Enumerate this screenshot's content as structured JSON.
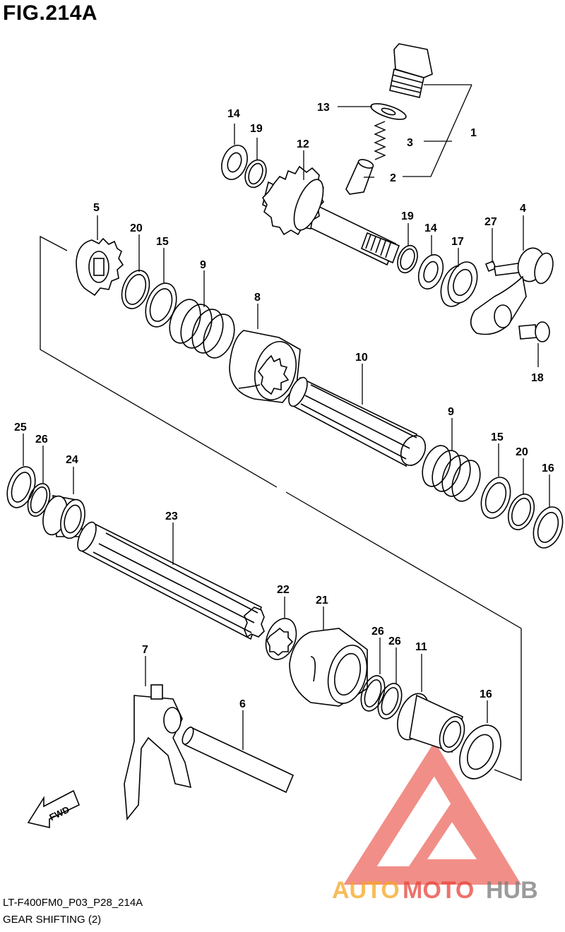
{
  "figure": {
    "title": "FIG.214A",
    "code": "LT-F400FM0_P03_P28_214A",
    "description": "GEAR SHIFTING (2)"
  },
  "callouts": [
    {
      "id": "c1",
      "text": "1"
    },
    {
      "id": "c2",
      "text": "2"
    },
    {
      "id": "c3",
      "text": "3"
    },
    {
      "id": "c13",
      "text": "13"
    },
    {
      "id": "c14a",
      "text": "14"
    },
    {
      "id": "c19a",
      "text": "19"
    },
    {
      "id": "c12",
      "text": "12"
    },
    {
      "id": "c5",
      "text": "5"
    },
    {
      "id": "c20a",
      "text": "20"
    },
    {
      "id": "c15a",
      "text": "15"
    },
    {
      "id": "c9a",
      "text": "9"
    },
    {
      "id": "c8",
      "text": "8"
    },
    {
      "id": "c19b",
      "text": "19"
    },
    {
      "id": "c14b",
      "text": "14"
    },
    {
      "id": "c17",
      "text": "17"
    },
    {
      "id": "c27",
      "text": "27"
    },
    {
      "id": "c4",
      "text": "4"
    },
    {
      "id": "c18",
      "text": "18"
    },
    {
      "id": "c10",
      "text": "10"
    },
    {
      "id": "c9b",
      "text": "9"
    },
    {
      "id": "c15b",
      "text": "15"
    },
    {
      "id": "c20b",
      "text": "20"
    },
    {
      "id": "c16a",
      "text": "16"
    },
    {
      "id": "c25",
      "text": "25"
    },
    {
      "id": "c26a",
      "text": "26"
    },
    {
      "id": "c24",
      "text": "24"
    },
    {
      "id": "c23",
      "text": "23"
    },
    {
      "id": "c22",
      "text": "22"
    },
    {
      "id": "c21",
      "text": "21"
    },
    {
      "id": "c26b",
      "text": "26"
    },
    {
      "id": "c26c",
      "text": "26"
    },
    {
      "id": "c11",
      "text": "11"
    },
    {
      "id": "c7",
      "text": "7"
    },
    {
      "id": "c6",
      "text": "6"
    },
    {
      "id": "c16b",
      "text": "16"
    }
  ],
  "fwd_label": "FWD",
  "watermark": {
    "part1": "AUTO",
    "part2": "MOTO",
    "part3": "HUB",
    "color_orange": "#f5a623",
    "color_red": "#e8443a",
    "color_grey": "#7a7a7a"
  }
}
